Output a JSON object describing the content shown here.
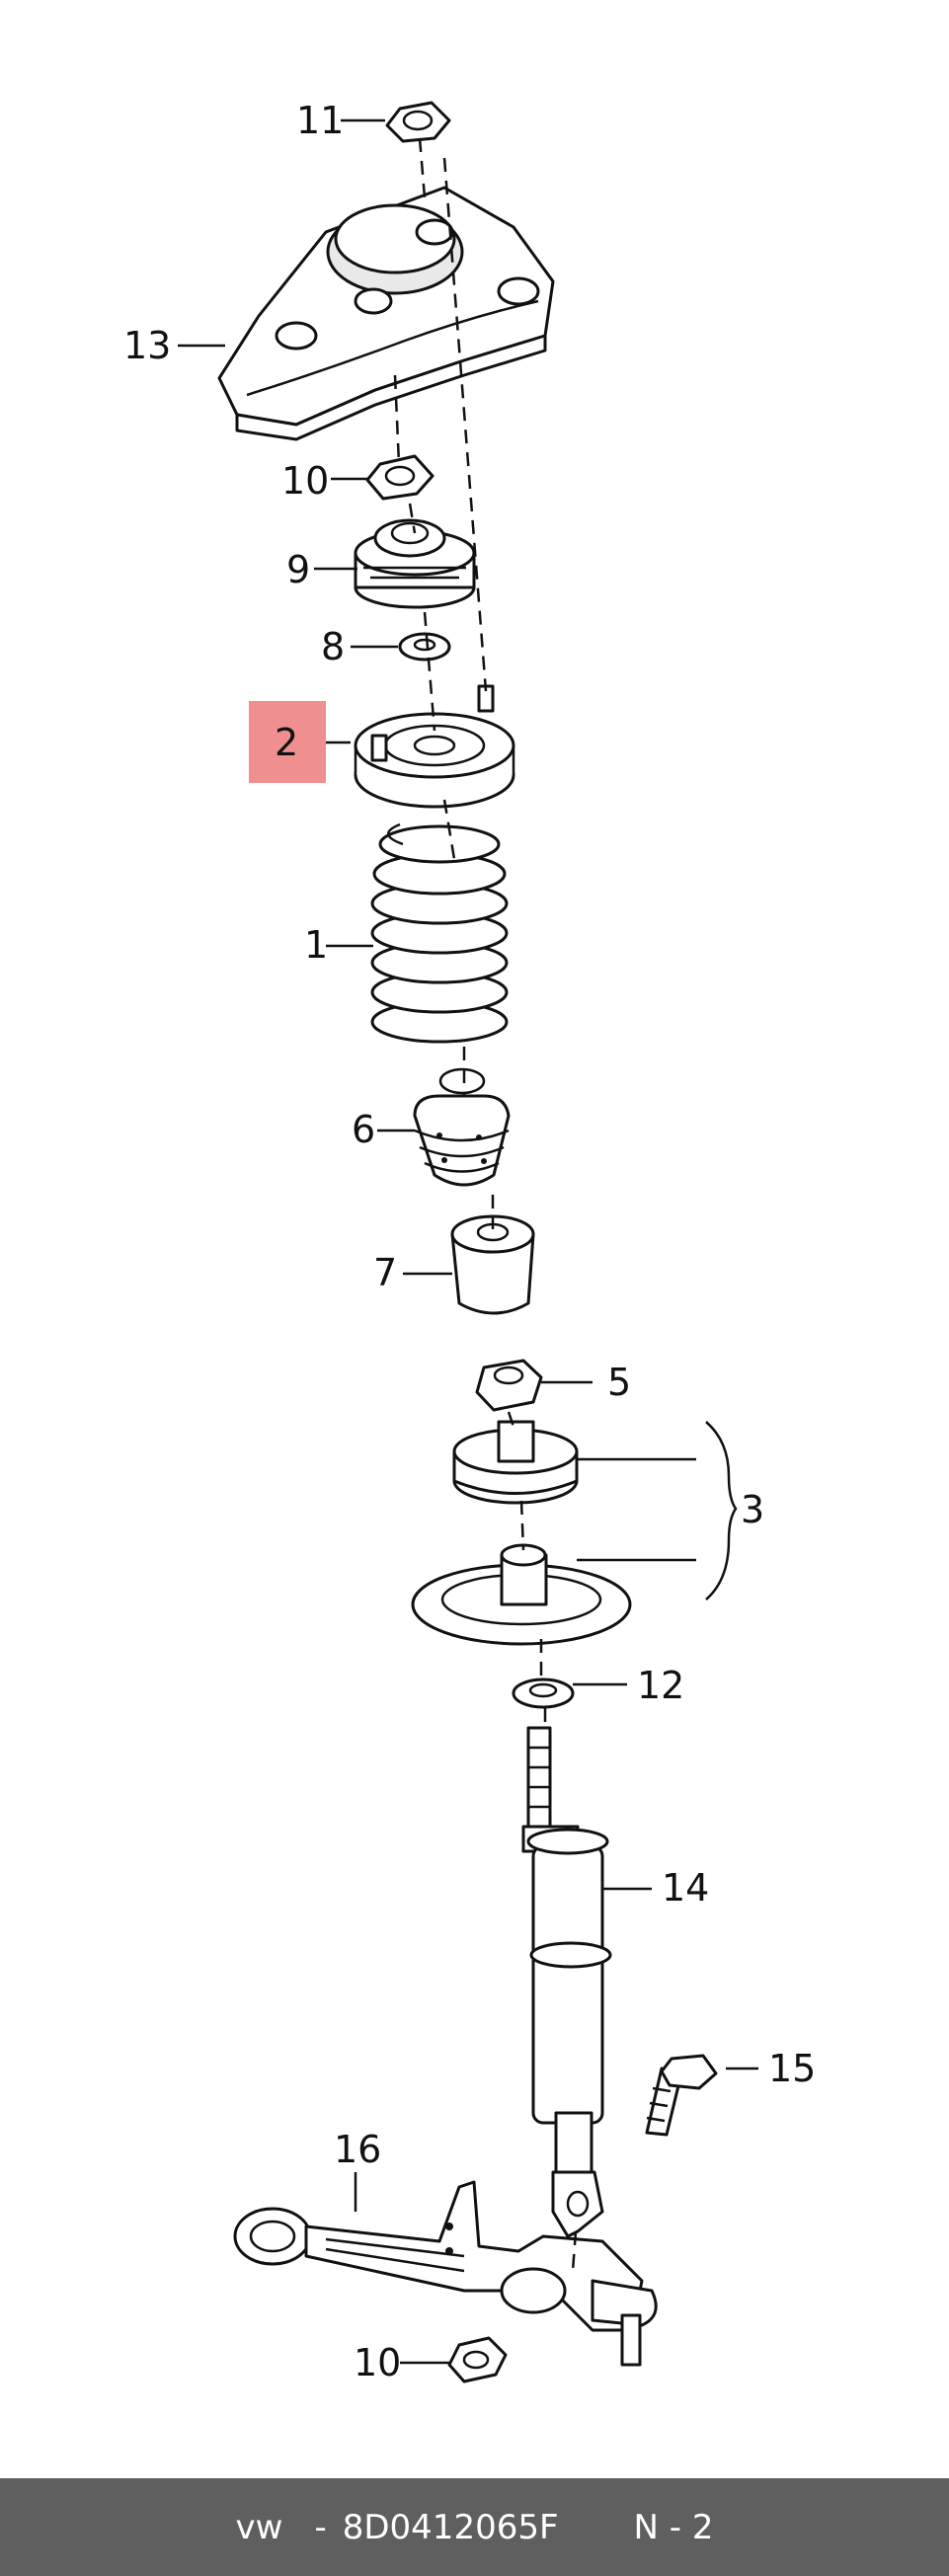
{
  "diagram": {
    "part_numbers": {
      "p11": "11",
      "p13": "13",
      "p10a": "10",
      "p9": "9",
      "p8": "8",
      "p2": "2",
      "p1": "1",
      "p6": "6",
      "p7": "7",
      "p5": "5",
      "p3": "3",
      "p12": "12",
      "p14": "14",
      "p15": "15",
      "p16": "16",
      "p10b": "10"
    },
    "highlighted_part": "2",
    "highlight_color": "#ef8f8f"
  },
  "footer": {
    "brand": "vw",
    "part_number": "8D0412065F",
    "page": "N - 2",
    "background": "#5f5f5f"
  }
}
